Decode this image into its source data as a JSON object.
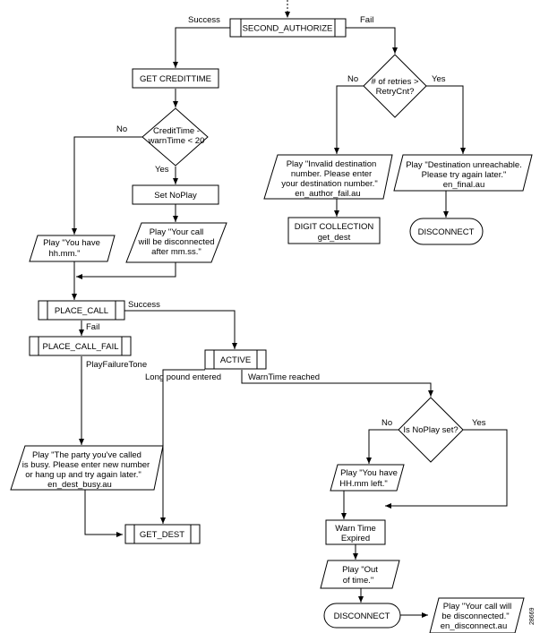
{
  "nodes": {
    "second_authorize": "SECOND_AUTHORIZE",
    "get_credittime": "GET CREDITTIME",
    "credittime_decision": [
      "CreditTime -",
      "warnTime < 20"
    ],
    "set_noplay": "Set NoPlay",
    "play_disconnected_after": [
      "Play \"Your call",
      "will be disconnected",
      "after mm.ss.\""
    ],
    "play_you_have_hhmm": [
      "Play \"You have",
      "hh.mm.\""
    ],
    "retries_decision": [
      "# of retries >",
      "RetryCnt?"
    ],
    "play_invalid_destination": [
      "Play \"Invalid destination",
      "number. Please enter",
      "your destination number.\"",
      "en_author_fail.au"
    ],
    "play_destination_unreachable": [
      "Play \"Destination unreachable.",
      "Please try again later.\"",
      "en_final.au"
    ],
    "digit_collection": [
      "DIGIT COLLECTION",
      "get_dest"
    ],
    "disconnect_top": "DISCONNECT",
    "place_call": "PLACE_CALL",
    "place_call_fail": "PLACE_CALL_FAIL",
    "active": "ACTIVE",
    "play_party_busy": [
      "Play \"The party you've called",
      "is busy. Please enter new number",
      "or hang up and try again later.\"",
      "en_dest_busy.au"
    ],
    "get_dest": "GET_DEST",
    "noplay_decision": "Is NoPlay set?",
    "play_you_have_left": [
      "Play \"You have",
      "HH.mm left.\""
    ],
    "warn_time_expired": [
      "Warn Time",
      "Expired"
    ],
    "play_out_of_time": [
      "Play \"Out",
      "of time.\""
    ],
    "disconnect_bottom": "DISCONNECT",
    "play_call_disconnected": [
      "Play \"Your call will",
      "be disconnected.\"",
      "en_disconnect.au"
    ]
  },
  "edge_labels": {
    "success_top": "Success",
    "fail_top": "Fail",
    "no_credittime": "No",
    "yes_credittime": "Yes",
    "no_retries": "No",
    "yes_retries": "Yes",
    "success_place_call": "Success",
    "fail_place_call": "Fail",
    "play_failure_tone": "PlayFailureTone",
    "long_pound_entered": "Long pound entered",
    "warntime_reached": "WarnTime reached",
    "no_noplay": "No",
    "yes_noplay": "Yes"
  },
  "figure_id": "28669"
}
